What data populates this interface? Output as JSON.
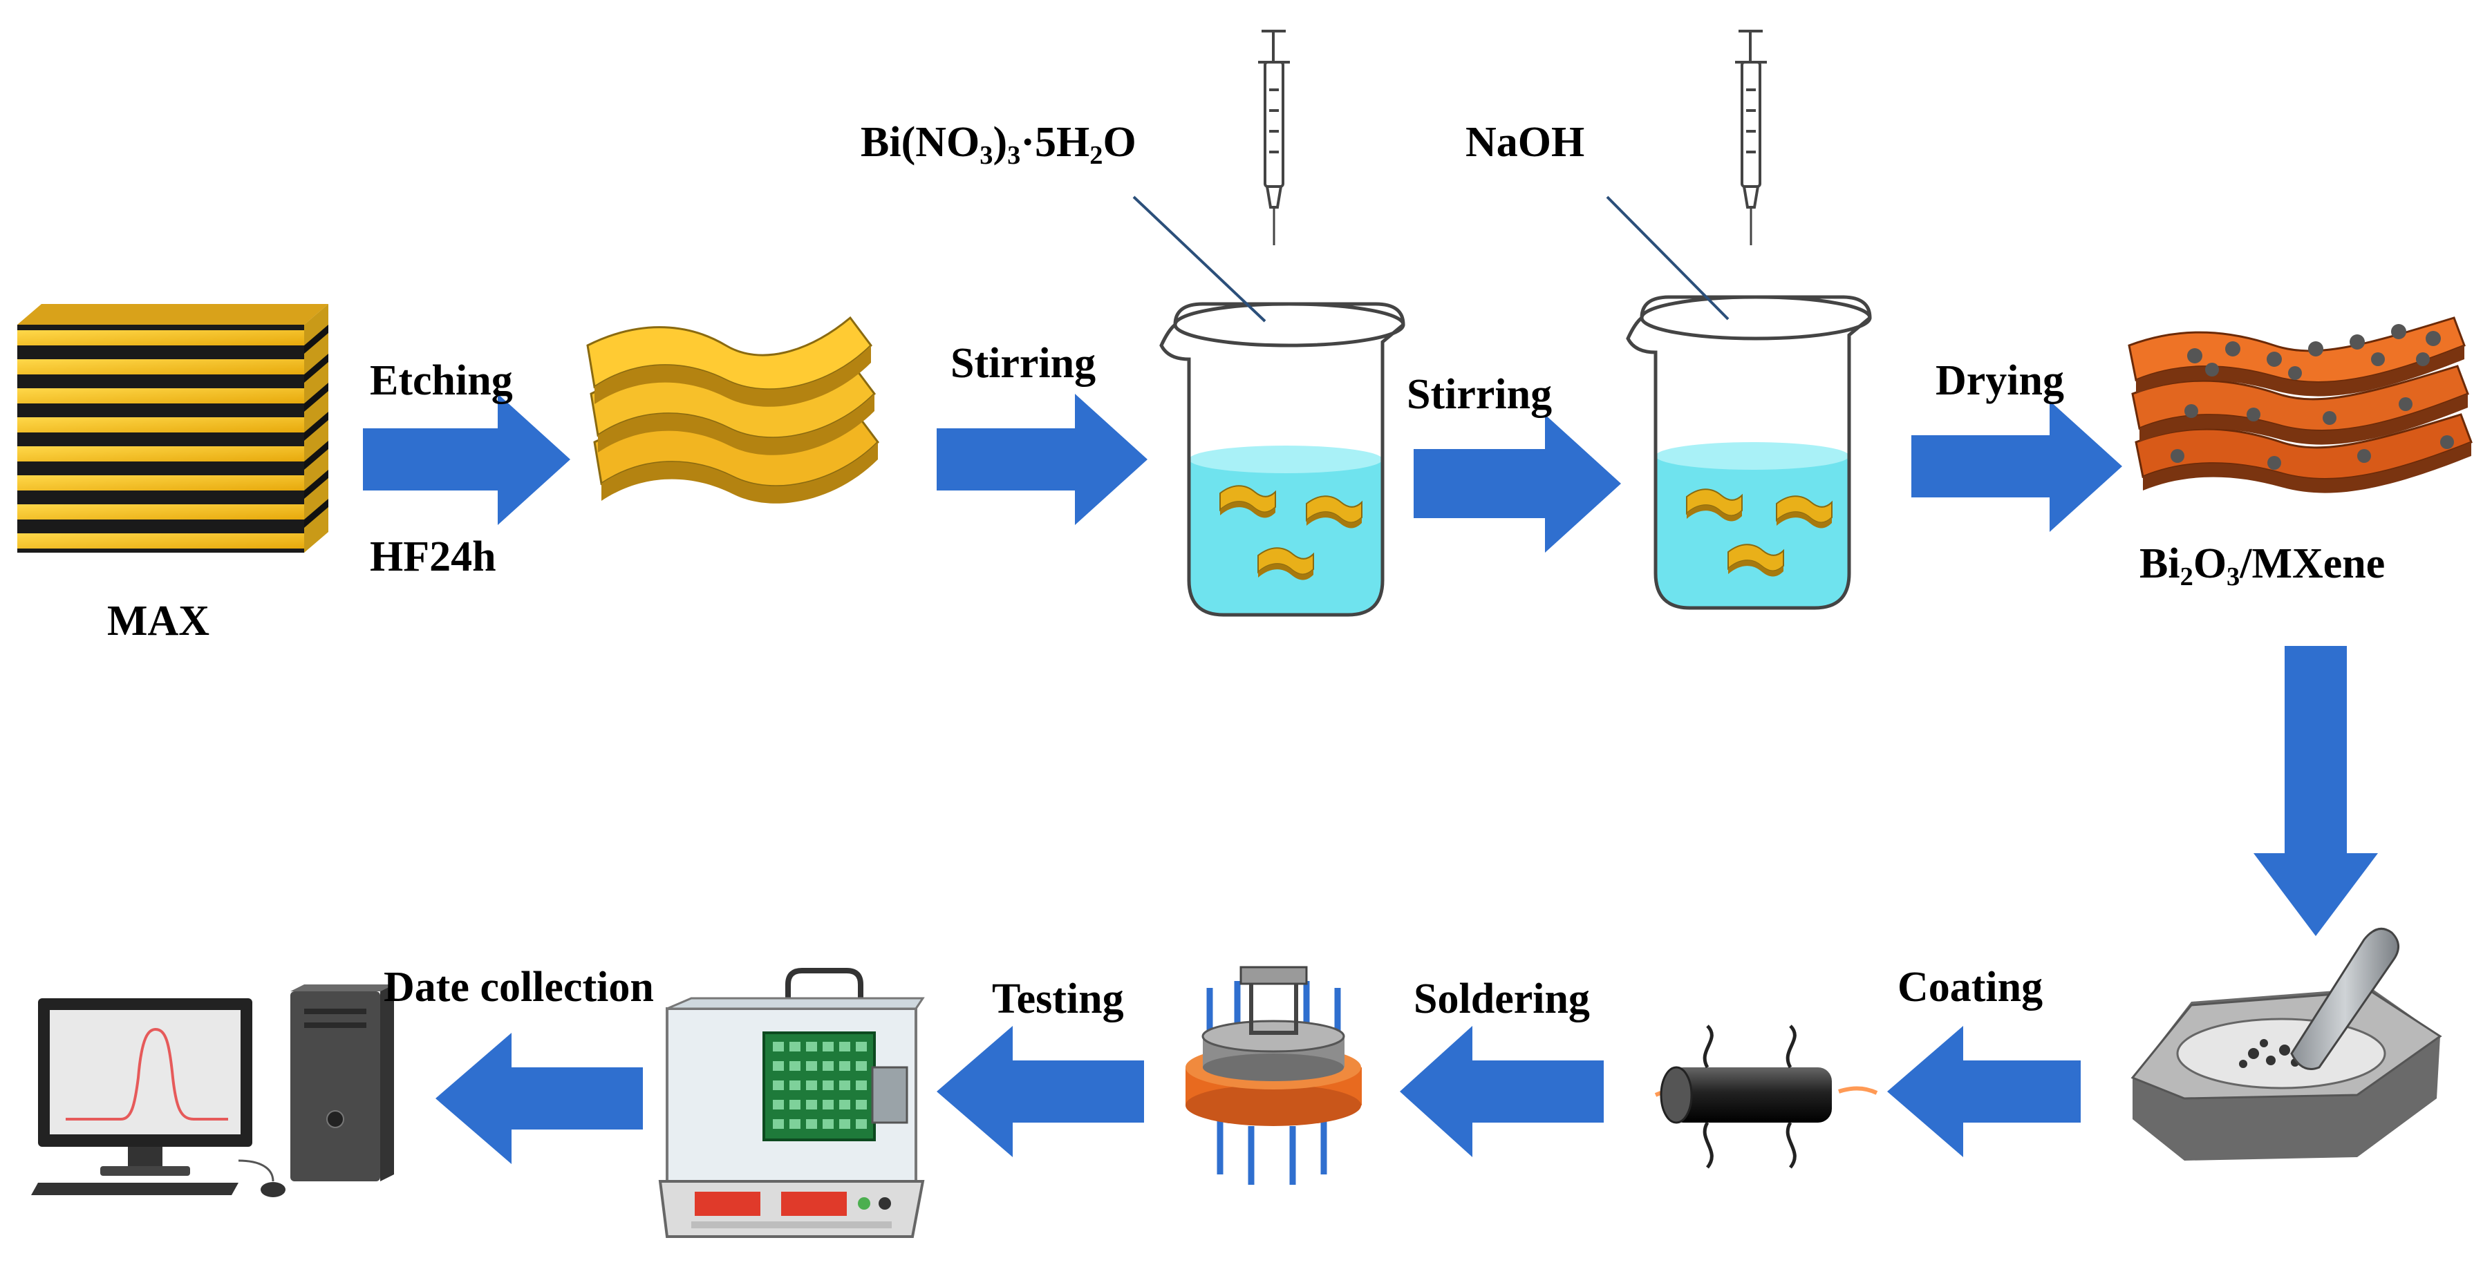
{
  "labels": {
    "max": "MAX",
    "etching": "Etching",
    "hf": "HF24h",
    "stirring_1": "Stirring",
    "stirring_2": "Stirring",
    "drying": "Drying",
    "naoh": "NaOH",
    "bi_nitrate": {
      "a": "Bi(NO",
      "b": "3",
      "c": ")",
      "d": "3",
      "e": "·5H",
      "f": "2",
      "g": "O"
    },
    "product": {
      "a": "Bi",
      "b": "2",
      "c": "O",
      "d": "3",
      "e": "/MXene"
    },
    "coating": "Coating",
    "soldering": "Soldering",
    "testing": "Testing",
    "date_collection": "Date collection"
  },
  "colors": {
    "arrow": "#2f6fcf",
    "gold": "#f5c218",
    "mxene_orange": "#e0661e",
    "liquid": "#6fe3ee",
    "particle": "#555555"
  }
}
